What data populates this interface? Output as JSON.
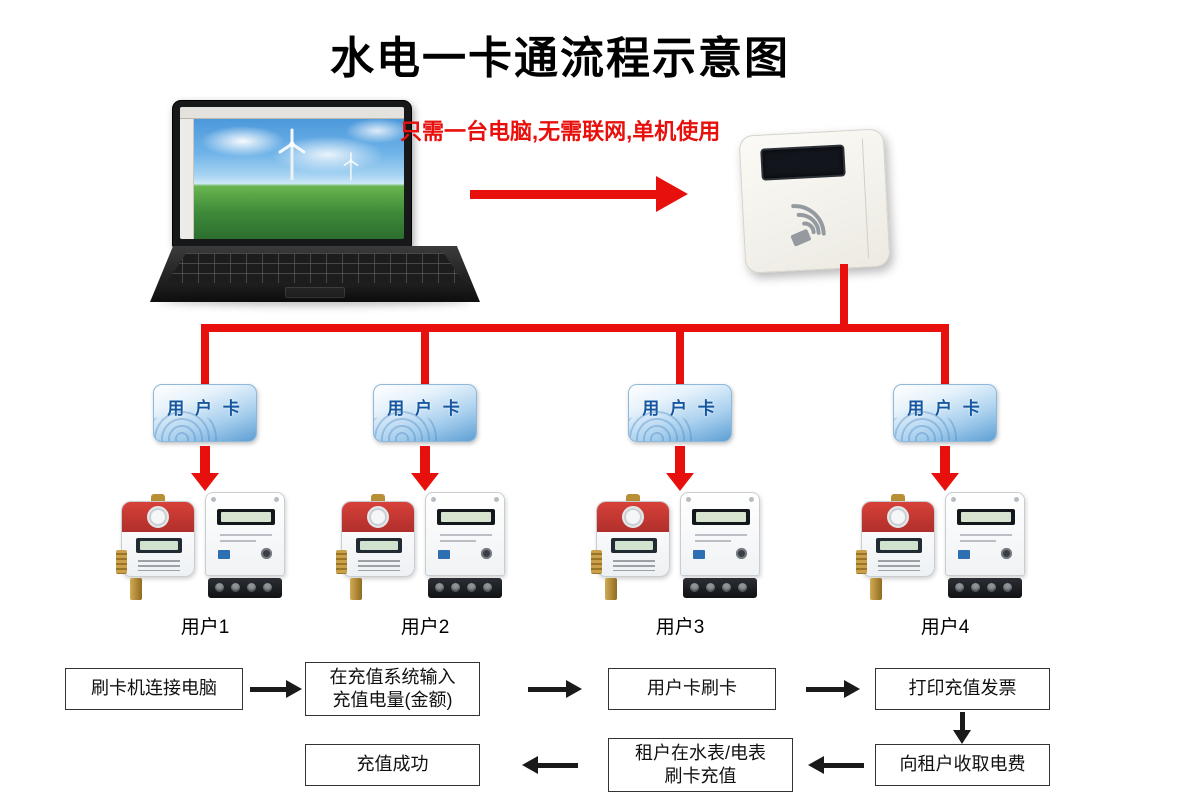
{
  "title": "水电一卡通流程示意图",
  "note": "只需一台电脑,无需联网,单机使用",
  "card_label": "用 户 卡",
  "stations": [
    {
      "user": "用户1"
    },
    {
      "user": "用户2"
    },
    {
      "user": "用户3"
    },
    {
      "user": "用户4"
    }
  ],
  "flow": {
    "step1": "刷卡机连接电脑",
    "step2": "在充值系统输入\n充值电量(金额)",
    "step3": "用户卡刷卡",
    "step4": "打印充值发票",
    "step5": "向租户收取电费",
    "step6": "租户在水表/电表\n刷卡充值",
    "step7": "充值成功"
  },
  "colors": {
    "arrow_red": "#e8100c",
    "flow_arrow_black": "#1a1a1a",
    "card_text_blue": "#1456a0"
  }
}
